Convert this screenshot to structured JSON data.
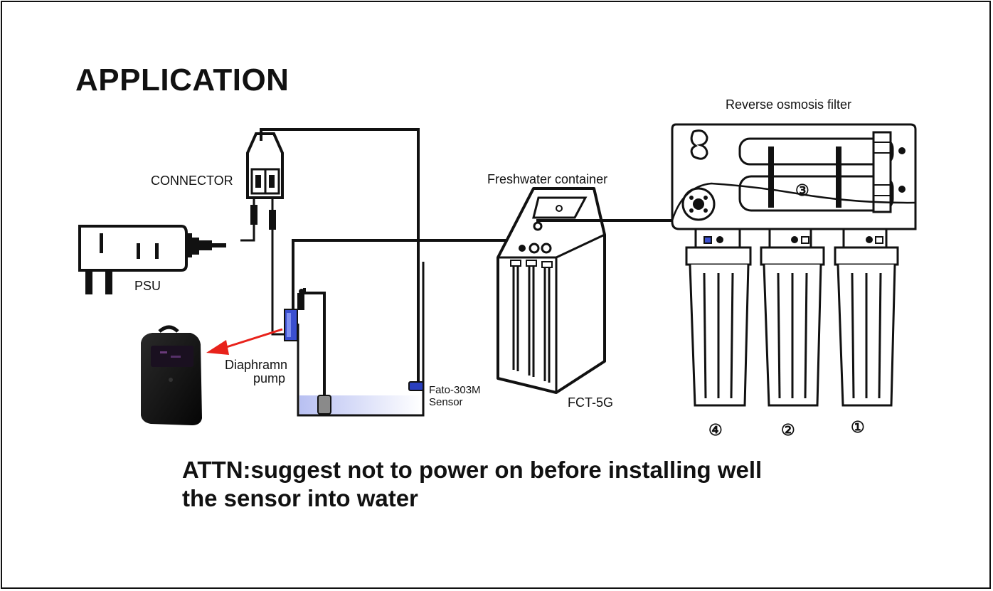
{
  "title": "APPLICATION",
  "labels": {
    "connector": "CONNECTOR",
    "psu": "PSU",
    "diaphragm_line1": "Diaphramn",
    "diaphragm_line2": "pump",
    "sensor_line1": "Fato-303M",
    "sensor_line2": "Sensor",
    "freshwater": "Freshwater container",
    "fct": "FCT-5G",
    "ro_filter": "Reverse osmosis filter"
  },
  "filter_numbers": {
    "top": "③",
    "left": "④",
    "middle": "②",
    "right": "①"
  },
  "attn": {
    "line1": "ATTN:suggest not to power on before installing well",
    "line2": "the sensor into water"
  },
  "colors": {
    "arrow": "#e8221b",
    "water": "#c9cff5",
    "pump": "#3a4fd0"
  }
}
